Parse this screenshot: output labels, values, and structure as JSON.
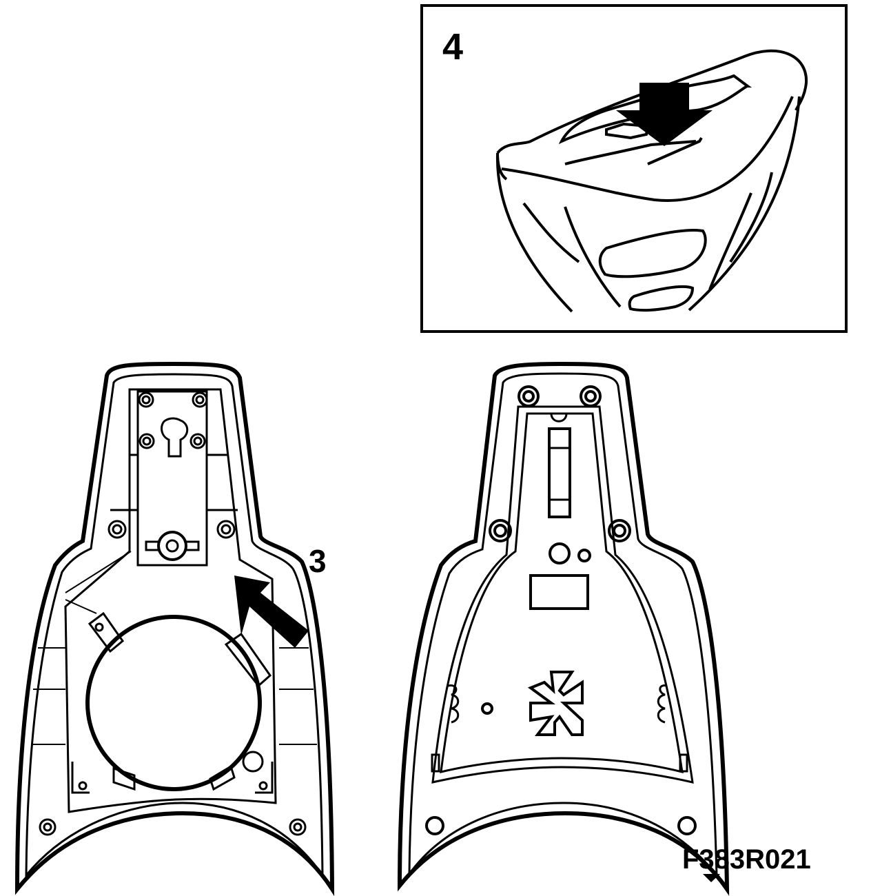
{
  "callouts": {
    "detail_number": "4",
    "arrow_number": "3"
  },
  "figure_code": "F383R021",
  "colors": {
    "ink": "#000000",
    "paper": "#ffffff"
  }
}
